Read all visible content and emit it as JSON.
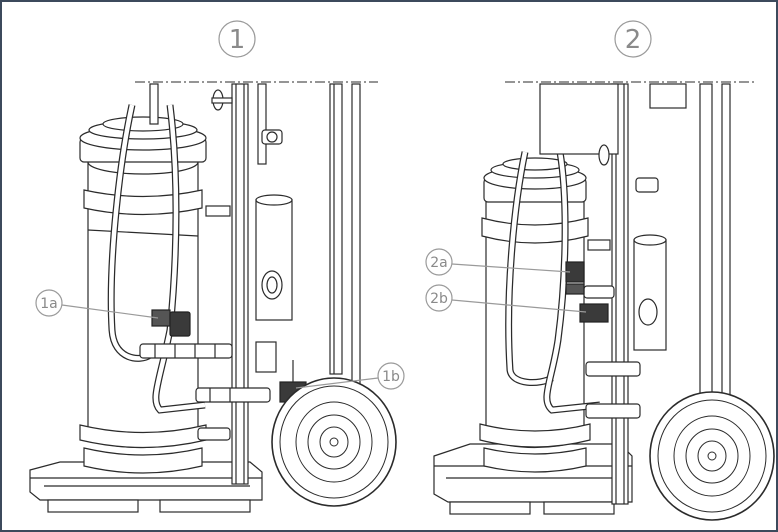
{
  "colors": {
    "frame": "#3c4a5c",
    "line": "#2b2b2b",
    "callout": "#9a9a9a",
    "label": "#8a8a8a",
    "valve": "#3a3a3a"
  },
  "panels": [
    {
      "number": "1",
      "callouts": [
        {
          "id": "1a",
          "label": "1a"
        },
        {
          "id": "1b",
          "label": "1b"
        }
      ]
    },
    {
      "number": "2",
      "callouts": [
        {
          "id": "2a",
          "label": "2a"
        },
        {
          "id": "2b",
          "label": "2b"
        }
      ]
    }
  ]
}
